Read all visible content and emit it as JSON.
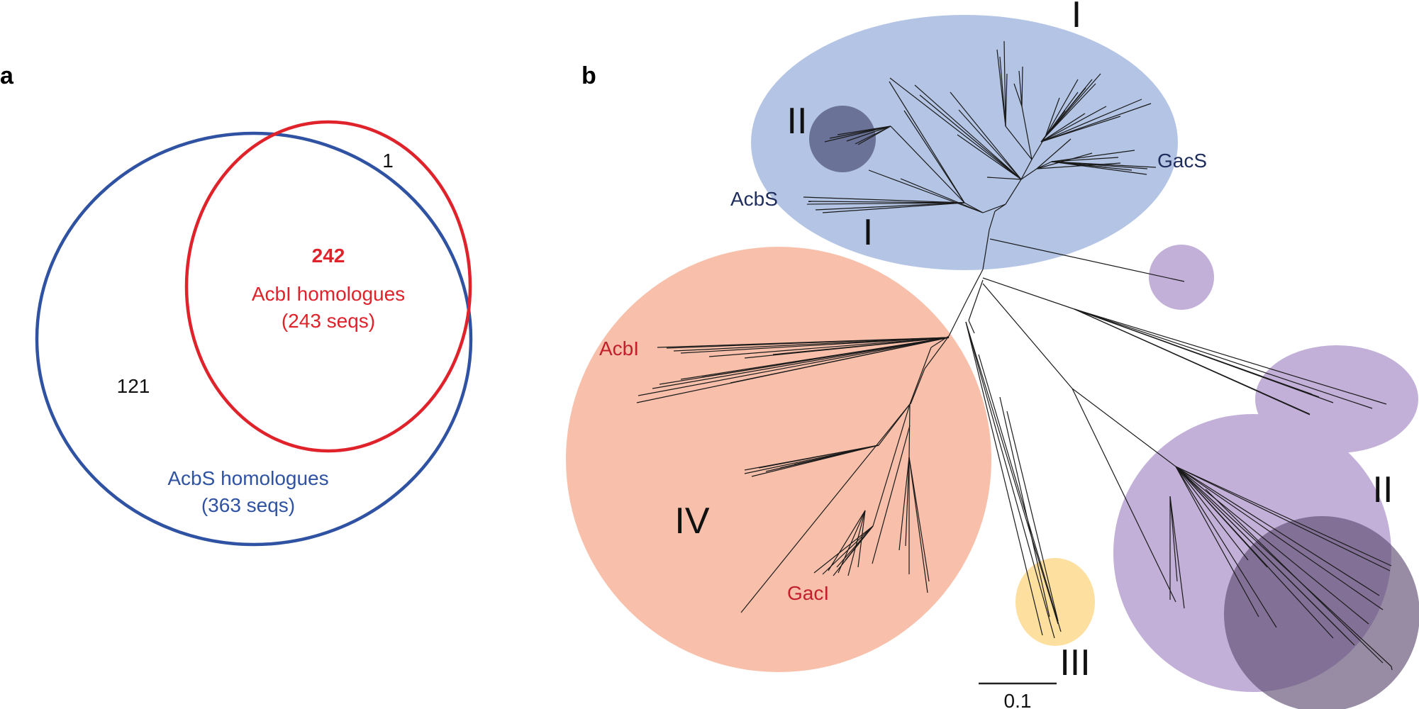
{
  "panels": {
    "a": {
      "letter": "a",
      "set_outer": {
        "label": "AcbS homologues",
        "sublabel": "(363 seqs)",
        "color": "#2f52a3"
      },
      "set_inner": {
        "label": "AcbI homologues",
        "sublabel": "(243 seqs)",
        "color": "#e0222b"
      },
      "counts": {
        "overlap": "242",
        "inner_only": "1",
        "outer_only": "121"
      }
    },
    "b": {
      "letter": "b",
      "clade_labels": {
        "I_top": "I",
        "I_small": "I",
        "II_left": "II",
        "II_right": "II",
        "III": "III",
        "IV": "IV"
      },
      "leaf_labels": {
        "GacS": "GacS",
        "AcbS": "AcbS",
        "AcbI": "AcbI",
        "GacI": "GacI"
      },
      "scale_bar": "0.1",
      "colors": {
        "blue_group": "#b3c4e5",
        "dark_blue": "#6a7297",
        "salmon_group": "#f8bda6",
        "purple_group": "#c2b0d8",
        "dark_purple": "#6e5f80",
        "yellow_group": "#fde0a0",
        "sensor_label": "#1f2d5c",
        "inducer_label": "#c21f2b"
      }
    }
  }
}
